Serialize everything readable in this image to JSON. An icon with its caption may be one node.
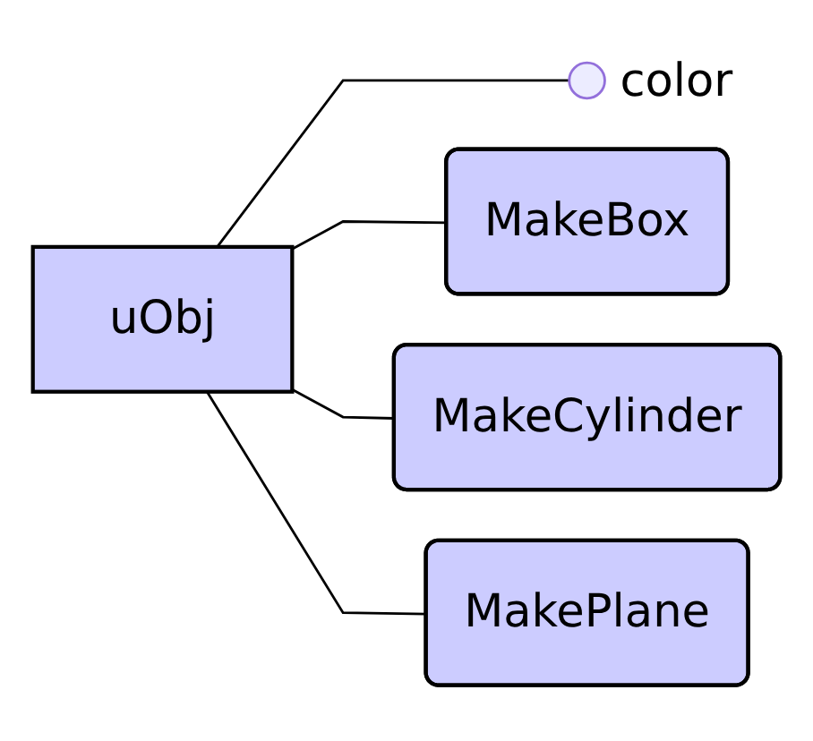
{
  "diagram": {
    "nodes": [
      {
        "text": [
          "uObj"
        ]
      },
      {
        "text": [],
        "shape": "circle",
        "beside": [
          "color"
        ]
      },
      {
        "text": [
          "MakeBox"
        ]
      },
      {
        "text": [
          "MakeCylinder"
        ]
      },
      {
        "text": [
          "MakePlane"
        ]
      }
    ],
    "edges": [
      {
        "from": 0,
        "to": 1,
        "arrow": "none"
      },
      {
        "from": 0,
        "to": 2,
        "arrow": "none"
      },
      {
        "from": 0,
        "to": 3,
        "arrow": "none"
      },
      {
        "from": 0,
        "to": 4,
        "arrow": "none"
      }
    ]
  }
}
